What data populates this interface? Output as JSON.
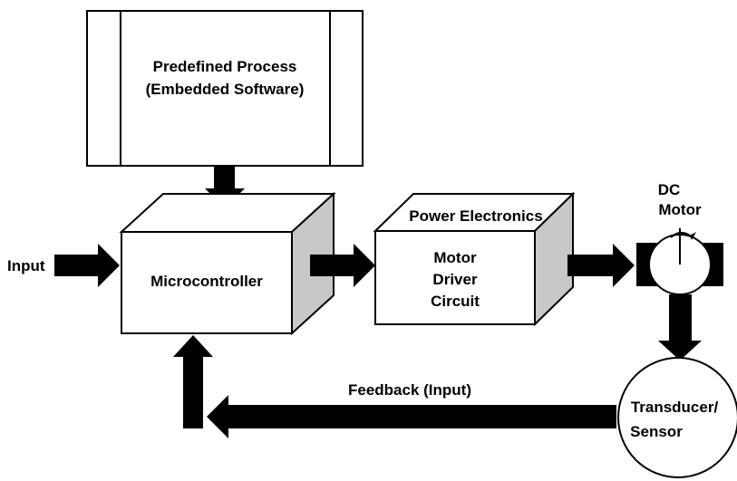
{
  "predefined_process": {
    "line1": "Predefined Process",
    "line2": "(Embedded Software)"
  },
  "microcontroller": {
    "label": "Microcontroller"
  },
  "input": {
    "label": "Input"
  },
  "power_electronics": {
    "title": "Power Electronics",
    "line1": "Motor",
    "line2": "Driver",
    "line3": "Circuit"
  },
  "dc_motor": {
    "line1": "DC",
    "line2": "Motor"
  },
  "sensor": {
    "line1": "Transducer/",
    "line2": "Sensor"
  },
  "feedback": {
    "label": "Feedback (Input)"
  },
  "colors": {
    "side_shade": "#c8c8c8",
    "stroke": "#000000"
  }
}
